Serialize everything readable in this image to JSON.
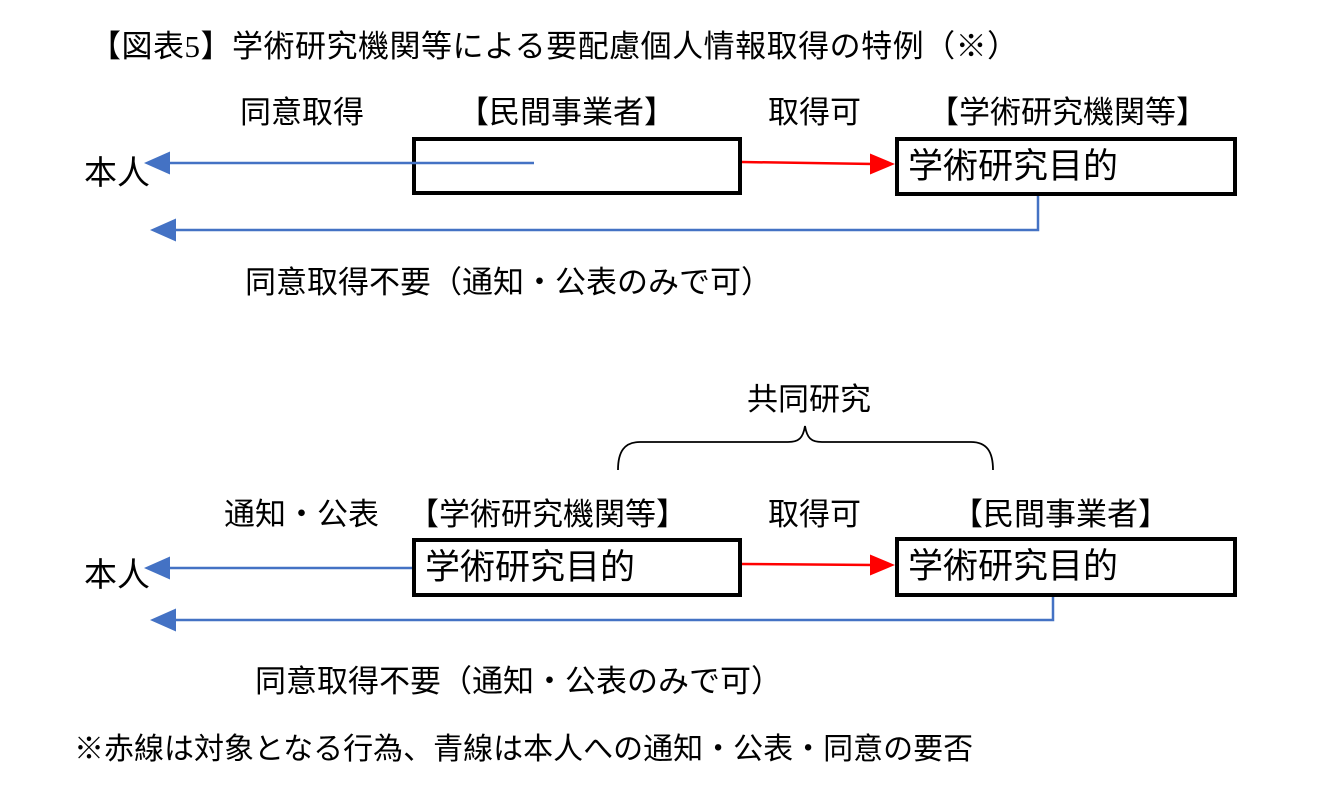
{
  "title": "【図表5】学術研究機関等による要配慮個人情報取得の特例（※）",
  "colors": {
    "blue": "#4472c4",
    "red": "#ff0000",
    "black": "#000000"
  },
  "top_diagram": {
    "consent_label": "同意取得",
    "private_business_label": "【民間事業者】",
    "acquirable_label": "取得可",
    "academic_label": "【学術研究機関等】",
    "person_label": "本人",
    "box1_text": "",
    "box2_text": "学術研究目的",
    "bottom_note": "同意取得不要（通知・公表のみで可）"
  },
  "bottom_diagram": {
    "joint_research_label": "共同研究",
    "notice_publish_label": "通知・公表",
    "academic_label": "【学術研究機関等】",
    "acquirable_label": "取得可",
    "private_business_label": "【民間事業者】",
    "person_label": "本人",
    "box1_text": "学術研究目的",
    "box2_text": "学術研究目的",
    "bottom_note": "同意取得不要（通知・公表のみで可）"
  },
  "footnote": "※赤線は対象となる行為、青線は本人への通知・公表・同意の要否"
}
